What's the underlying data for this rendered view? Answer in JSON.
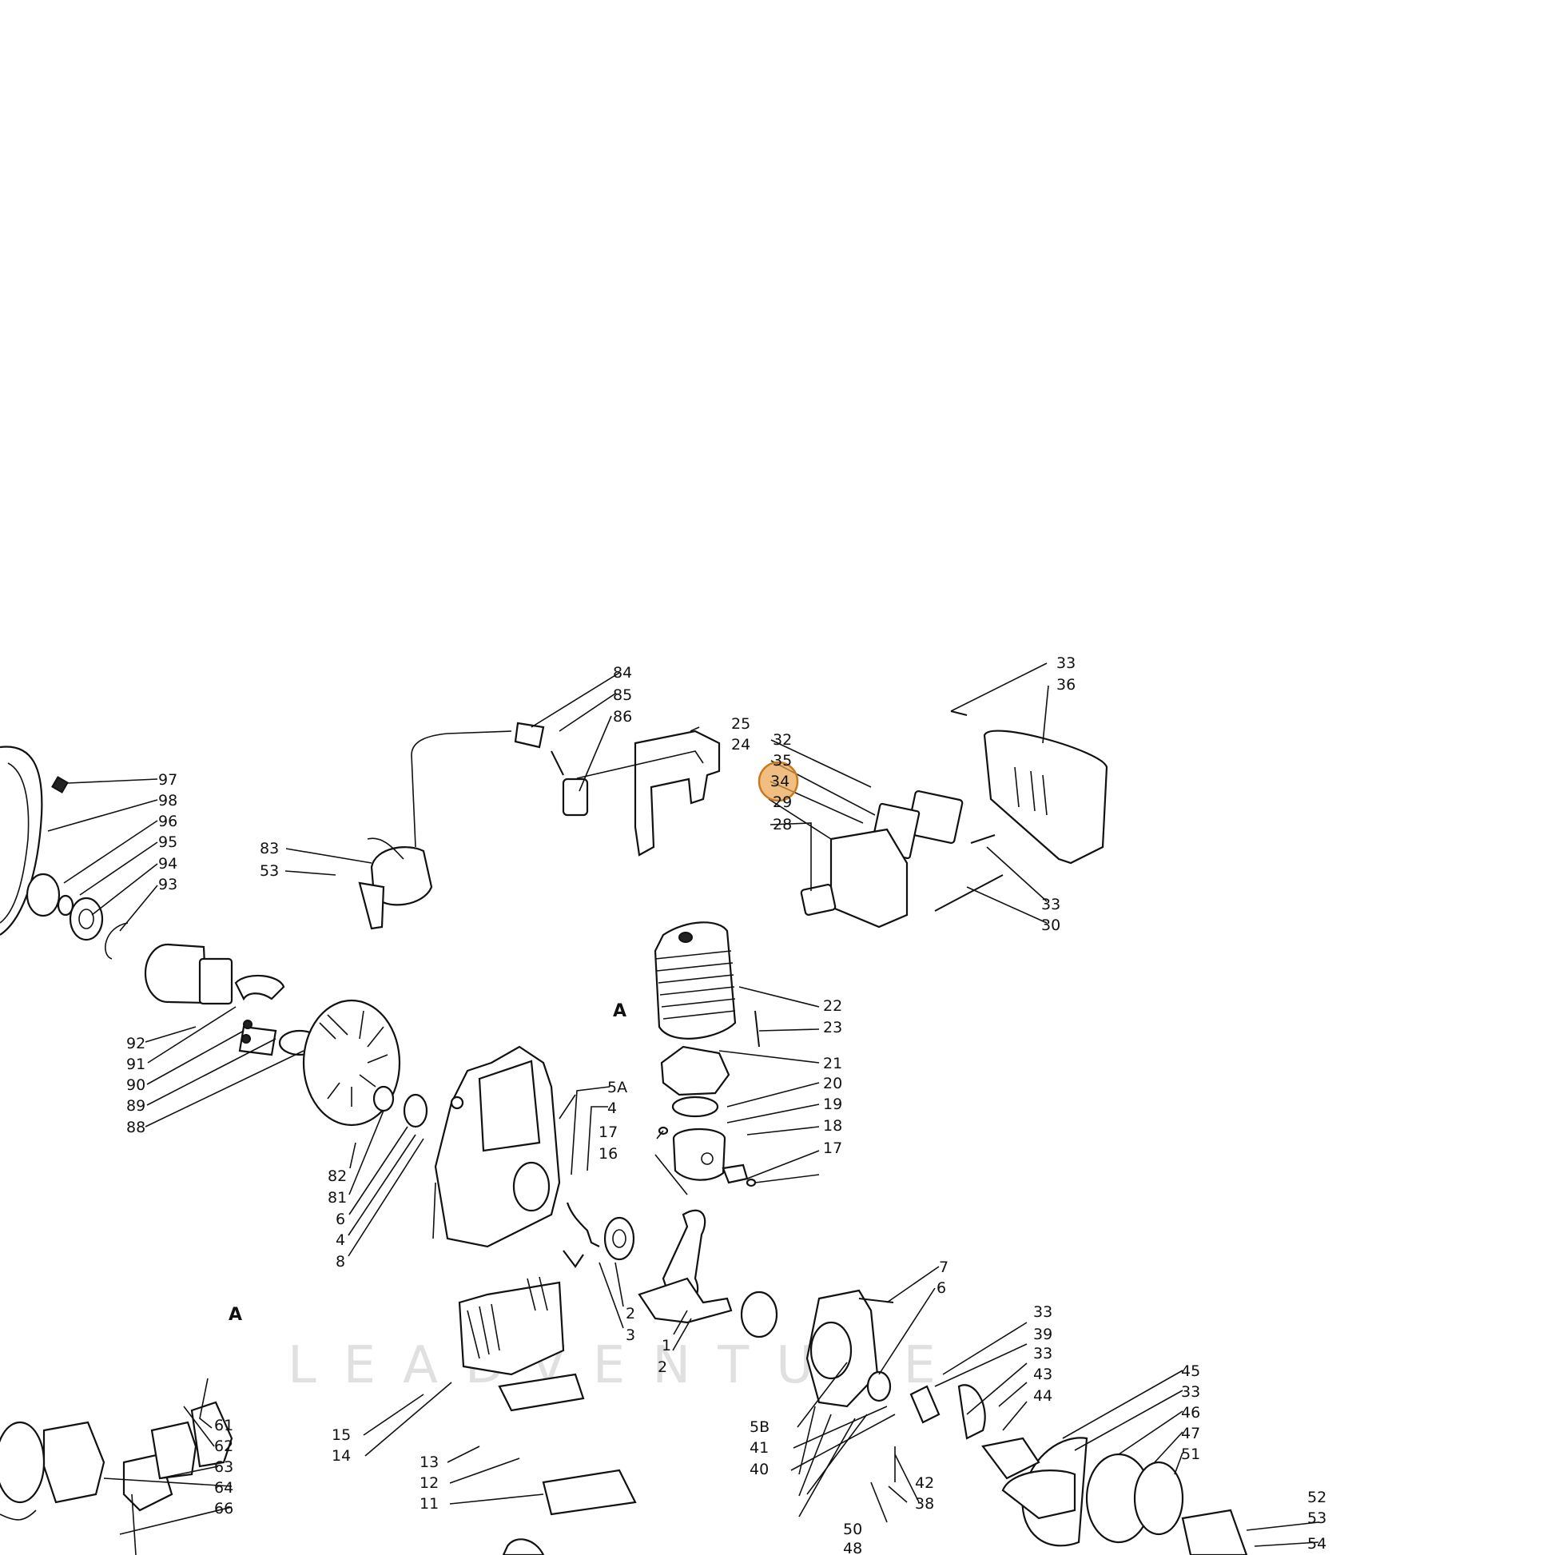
{
  "watermark": "LEADVENTURE",
  "section_marks": [
    "A",
    "A"
  ],
  "highlight_label": "34",
  "callouts": [
    "84",
    "85",
    "86",
    "25",
    "24",
    "32",
    "35",
    "34",
    "29",
    "28",
    "33",
    "36",
    "33",
    "30",
    "97",
    "98",
    "96",
    "95",
    "94",
    "93",
    "83",
    "53",
    "22",
    "23",
    "21",
    "20",
    "19",
    "18",
    "17",
    "17",
    "16",
    "5A",
    "4",
    "92",
    "91",
    "90",
    "89",
    "88",
    "82",
    "81",
    "6",
    "4",
    "8",
    "2",
    "3",
    "1",
    "2",
    "7",
    "6",
    "33",
    "39",
    "33",
    "43",
    "44",
    "45",
    "33",
    "46",
    "47",
    "51",
    "52",
    "53",
    "54",
    "61",
    "62",
    "63",
    "64",
    "66",
    "15",
    "14",
    "13",
    "12",
    "11",
    "5B",
    "41",
    "40",
    "42",
    "38",
    "50",
    "48"
  ]
}
